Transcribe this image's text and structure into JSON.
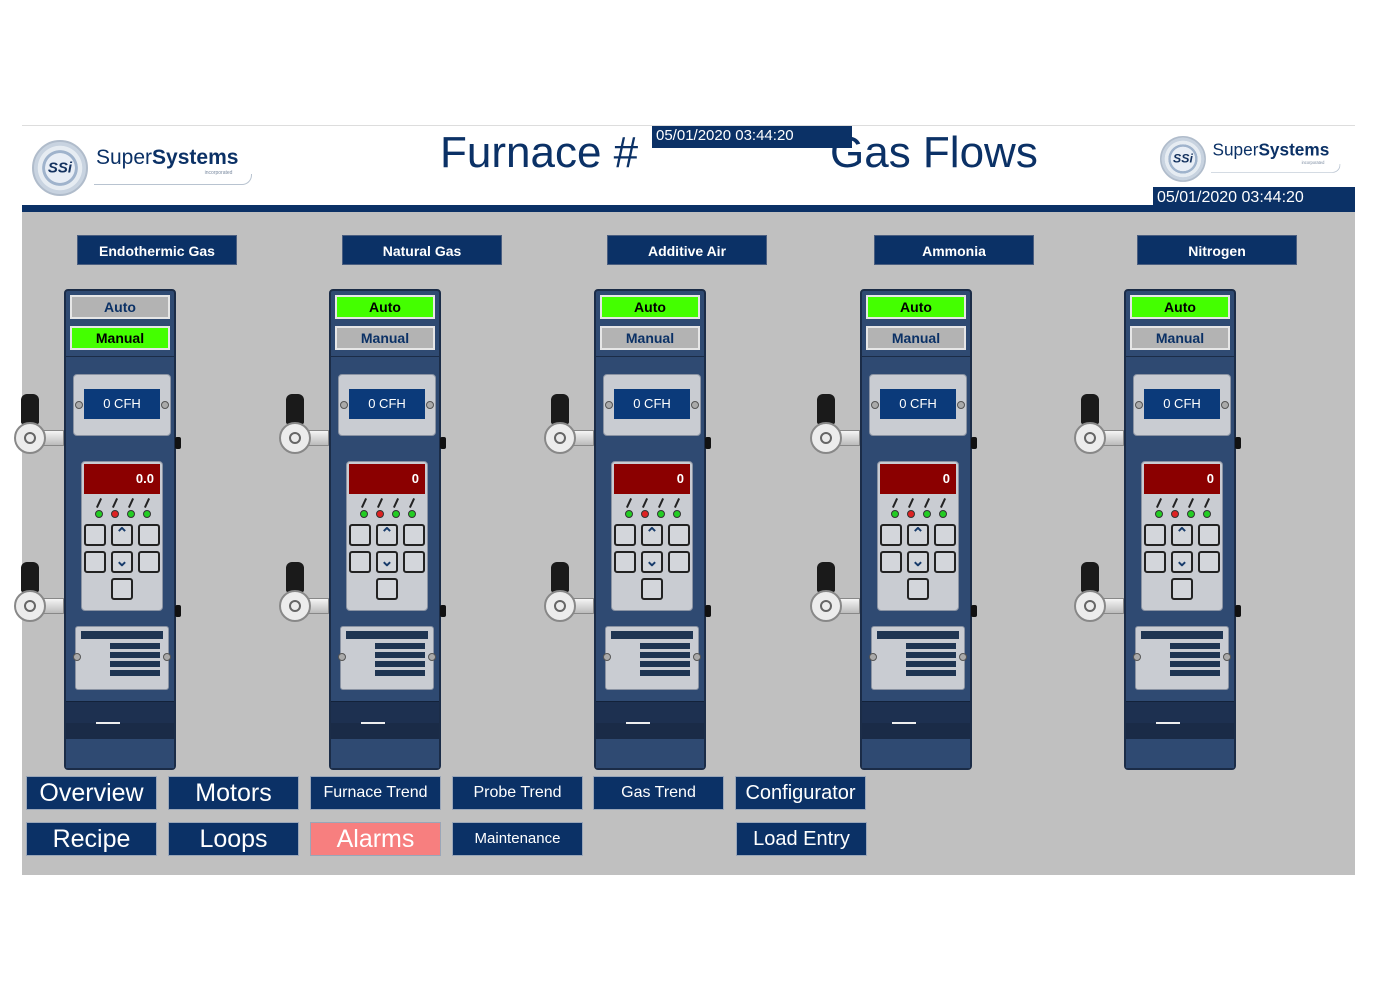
{
  "header": {
    "logo_text_light": "Super",
    "logo_text_bold": "Systems",
    "logo_sub": "incorporated",
    "logo_seal": "SSi",
    "title_left": "Furnace #",
    "title_right": "Gas Flows",
    "datetime_overlay": "05/01/2020 03:44:20",
    "datetime": "05/01/2020 03:44:20"
  },
  "colors": {
    "brand_blue": "#0b3166",
    "mode_active": "#44ff00",
    "alarm": "#f77f7f",
    "display_red": "#8b0000"
  },
  "gases": [
    {
      "label": "Endothermic Gas",
      "auto_label": "Auto",
      "manual_label": "Manual",
      "mode": "manual",
      "flow": "0 CFH",
      "display": "0.0",
      "leds": [
        "#22cc22",
        "#dd2222",
        "#22cc22",
        "#22cc22"
      ]
    },
    {
      "label": "Natural Gas",
      "auto_label": "Auto",
      "manual_label": "Manual",
      "mode": "auto",
      "flow": "0 CFH",
      "display": "0",
      "leds": [
        "#22cc22",
        "#dd2222",
        "#22cc22",
        "#22cc22"
      ]
    },
    {
      "label": "Additive Air",
      "auto_label": "Auto",
      "manual_label": "Manual",
      "mode": "auto",
      "flow": "0 CFH",
      "display": "0",
      "leds": [
        "#22cc22",
        "#dd2222",
        "#22cc22",
        "#22cc22"
      ]
    },
    {
      "label": "Ammonia",
      "auto_label": "Auto",
      "manual_label": "Manual",
      "mode": "auto",
      "flow": "0 CFH",
      "display": "0",
      "leds": [
        "#22cc22",
        "#dd2222",
        "#22cc22",
        "#22cc22"
      ]
    },
    {
      "label": "Nitrogen",
      "auto_label": "Auto",
      "manual_label": "Manual",
      "mode": "auto",
      "flow": "0 CFH",
      "display": "0",
      "leds": [
        "#22cc22",
        "#dd2222",
        "#22cc22",
        "#22cc22"
      ]
    }
  ],
  "nav": {
    "overview": "Overview",
    "motors": "Motors",
    "furnace_trend": "Furnace Trend",
    "probe_trend": "Probe Trend",
    "gas_trend": "Gas Trend",
    "configurator": "Configurator",
    "recipe": "Recipe",
    "loops": "Loops",
    "alarms": "Alarms",
    "maintenance": "Maintenance",
    "load_entry": "Load Entry"
  }
}
